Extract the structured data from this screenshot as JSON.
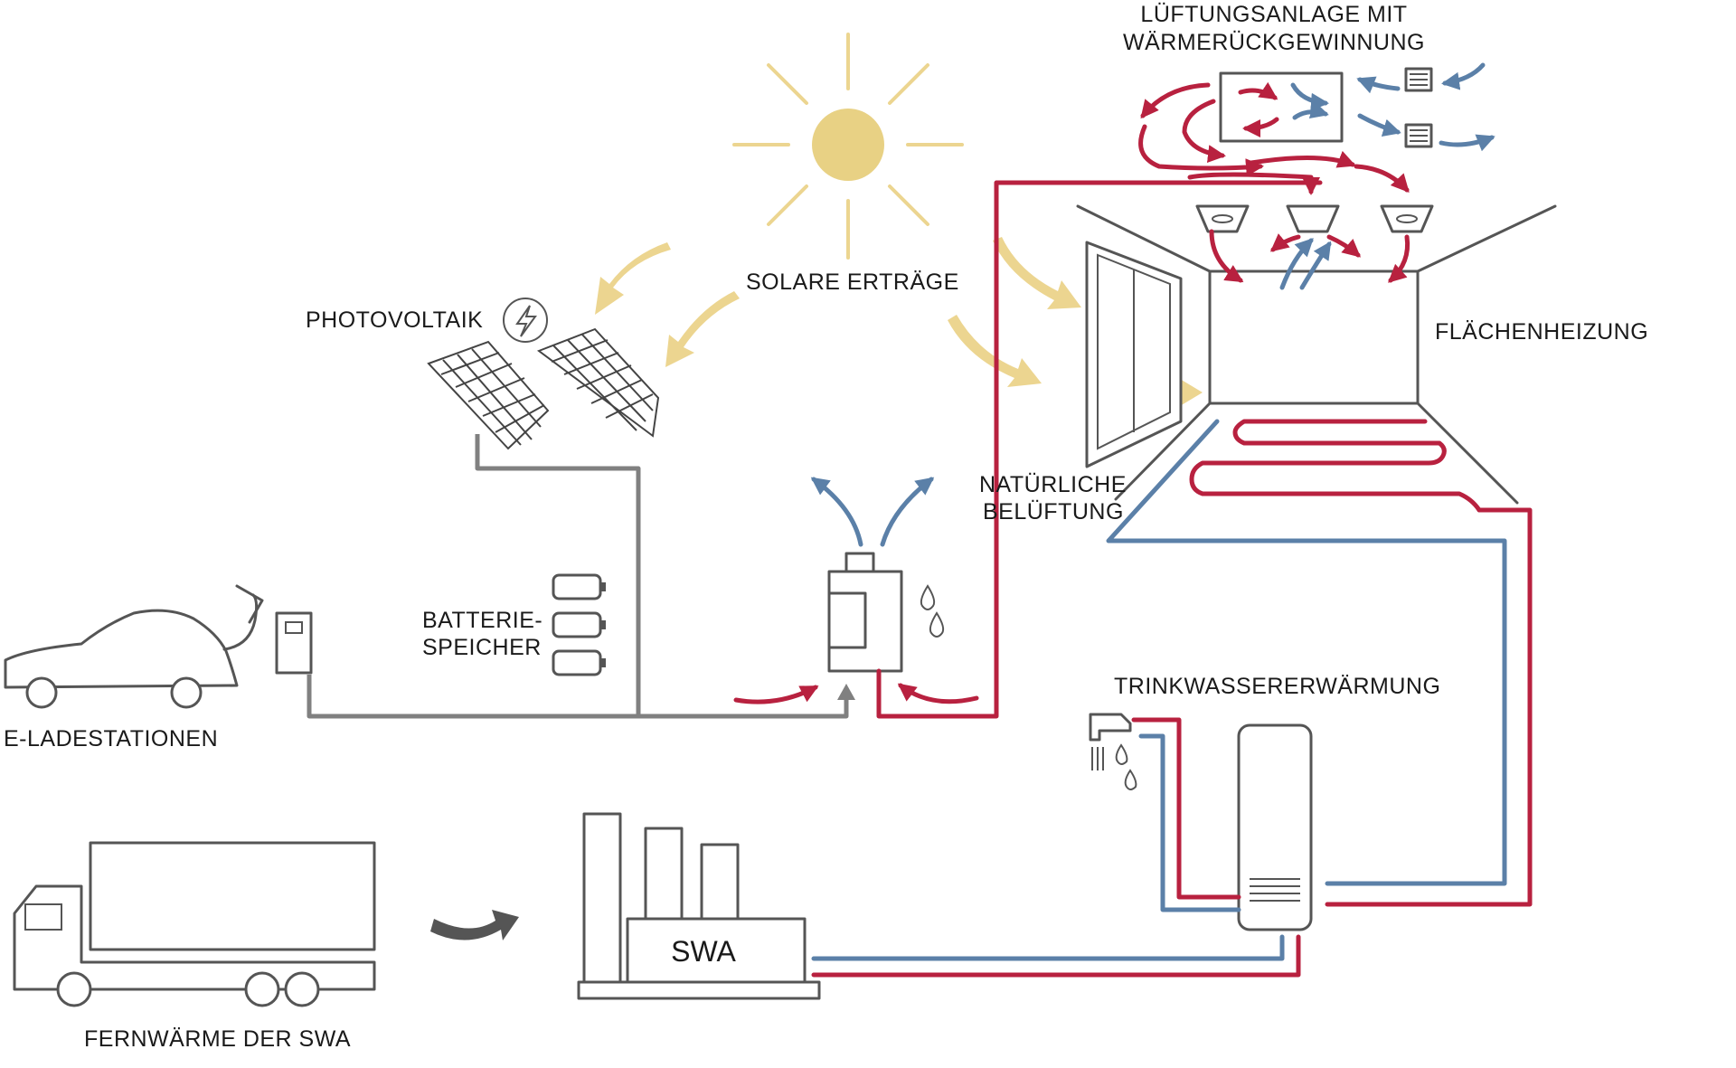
{
  "labels": {
    "ventilation": [
      "LÜFTUNGSANLAGE MIT",
      "WÄRMERÜCKGEWINNUNG"
    ],
    "solar": "SOLARE ERTRÄGE",
    "photovoltaics": "PHOTOVOLTAIK",
    "surface_heating": "FLÄCHENHEIZUNG",
    "natural_ventilation": [
      "NATÜRLICHE",
      "BELÜFTUNG"
    ],
    "battery": [
      "BATTERIE-",
      "SPEICHER"
    ],
    "ev_charging": "E-LADESTATIONEN",
    "water_heating": "TRINKWASSERERWÄRMUNG",
    "district_heating": "FERNWÄRME DER SWA",
    "plant": "SWA"
  },
  "colors": {
    "heat_supply": "#b8213f",
    "return_flow": "#5b80a8",
    "solar": "#ecd590",
    "electric": "#808080",
    "outline": "#555555"
  },
  "icons": [
    "sun-icon",
    "lightning-icon",
    "solar-panel-icon",
    "battery-icon",
    "car-icon",
    "charging-station-icon",
    "heat-pump-icon",
    "water-drop-icon",
    "tap-icon",
    "boiler-icon",
    "truck-icon",
    "power-plant-icon",
    "ventilation-unit-icon",
    "vent-grille-icon",
    "ceiling-diffuser-icon",
    "window-icon"
  ]
}
